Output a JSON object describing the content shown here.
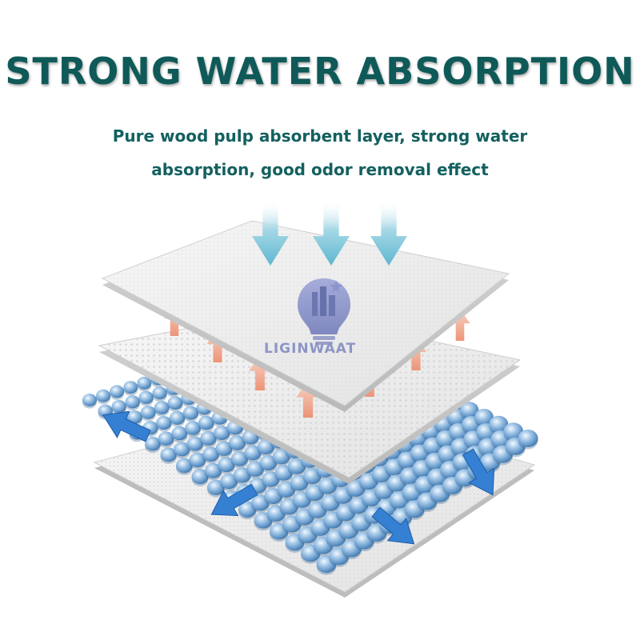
{
  "headline": "STRONG WATER ABSORPTION",
  "subtitle_line1": "Pure wood pulp absorbent layer, strong water",
  "subtitle_line2": "absorption, good odor removal effect",
  "watermark": "LIGINWAAT",
  "colors": {
    "headline": "#0f5a58",
    "subtitle": "#146060",
    "down_arrows": "#6fc0d8",
    "up_arrows": "#f0a48a",
    "side_arrows": "#2f7fd0",
    "beads": "#6ea4d4",
    "sheets": "#eeeeee"
  },
  "icons": [
    "watermark-lightbulb-city-icon",
    "down-arrow-icon",
    "up-arrow-icon",
    "diagonal-arrow-icon"
  ]
}
